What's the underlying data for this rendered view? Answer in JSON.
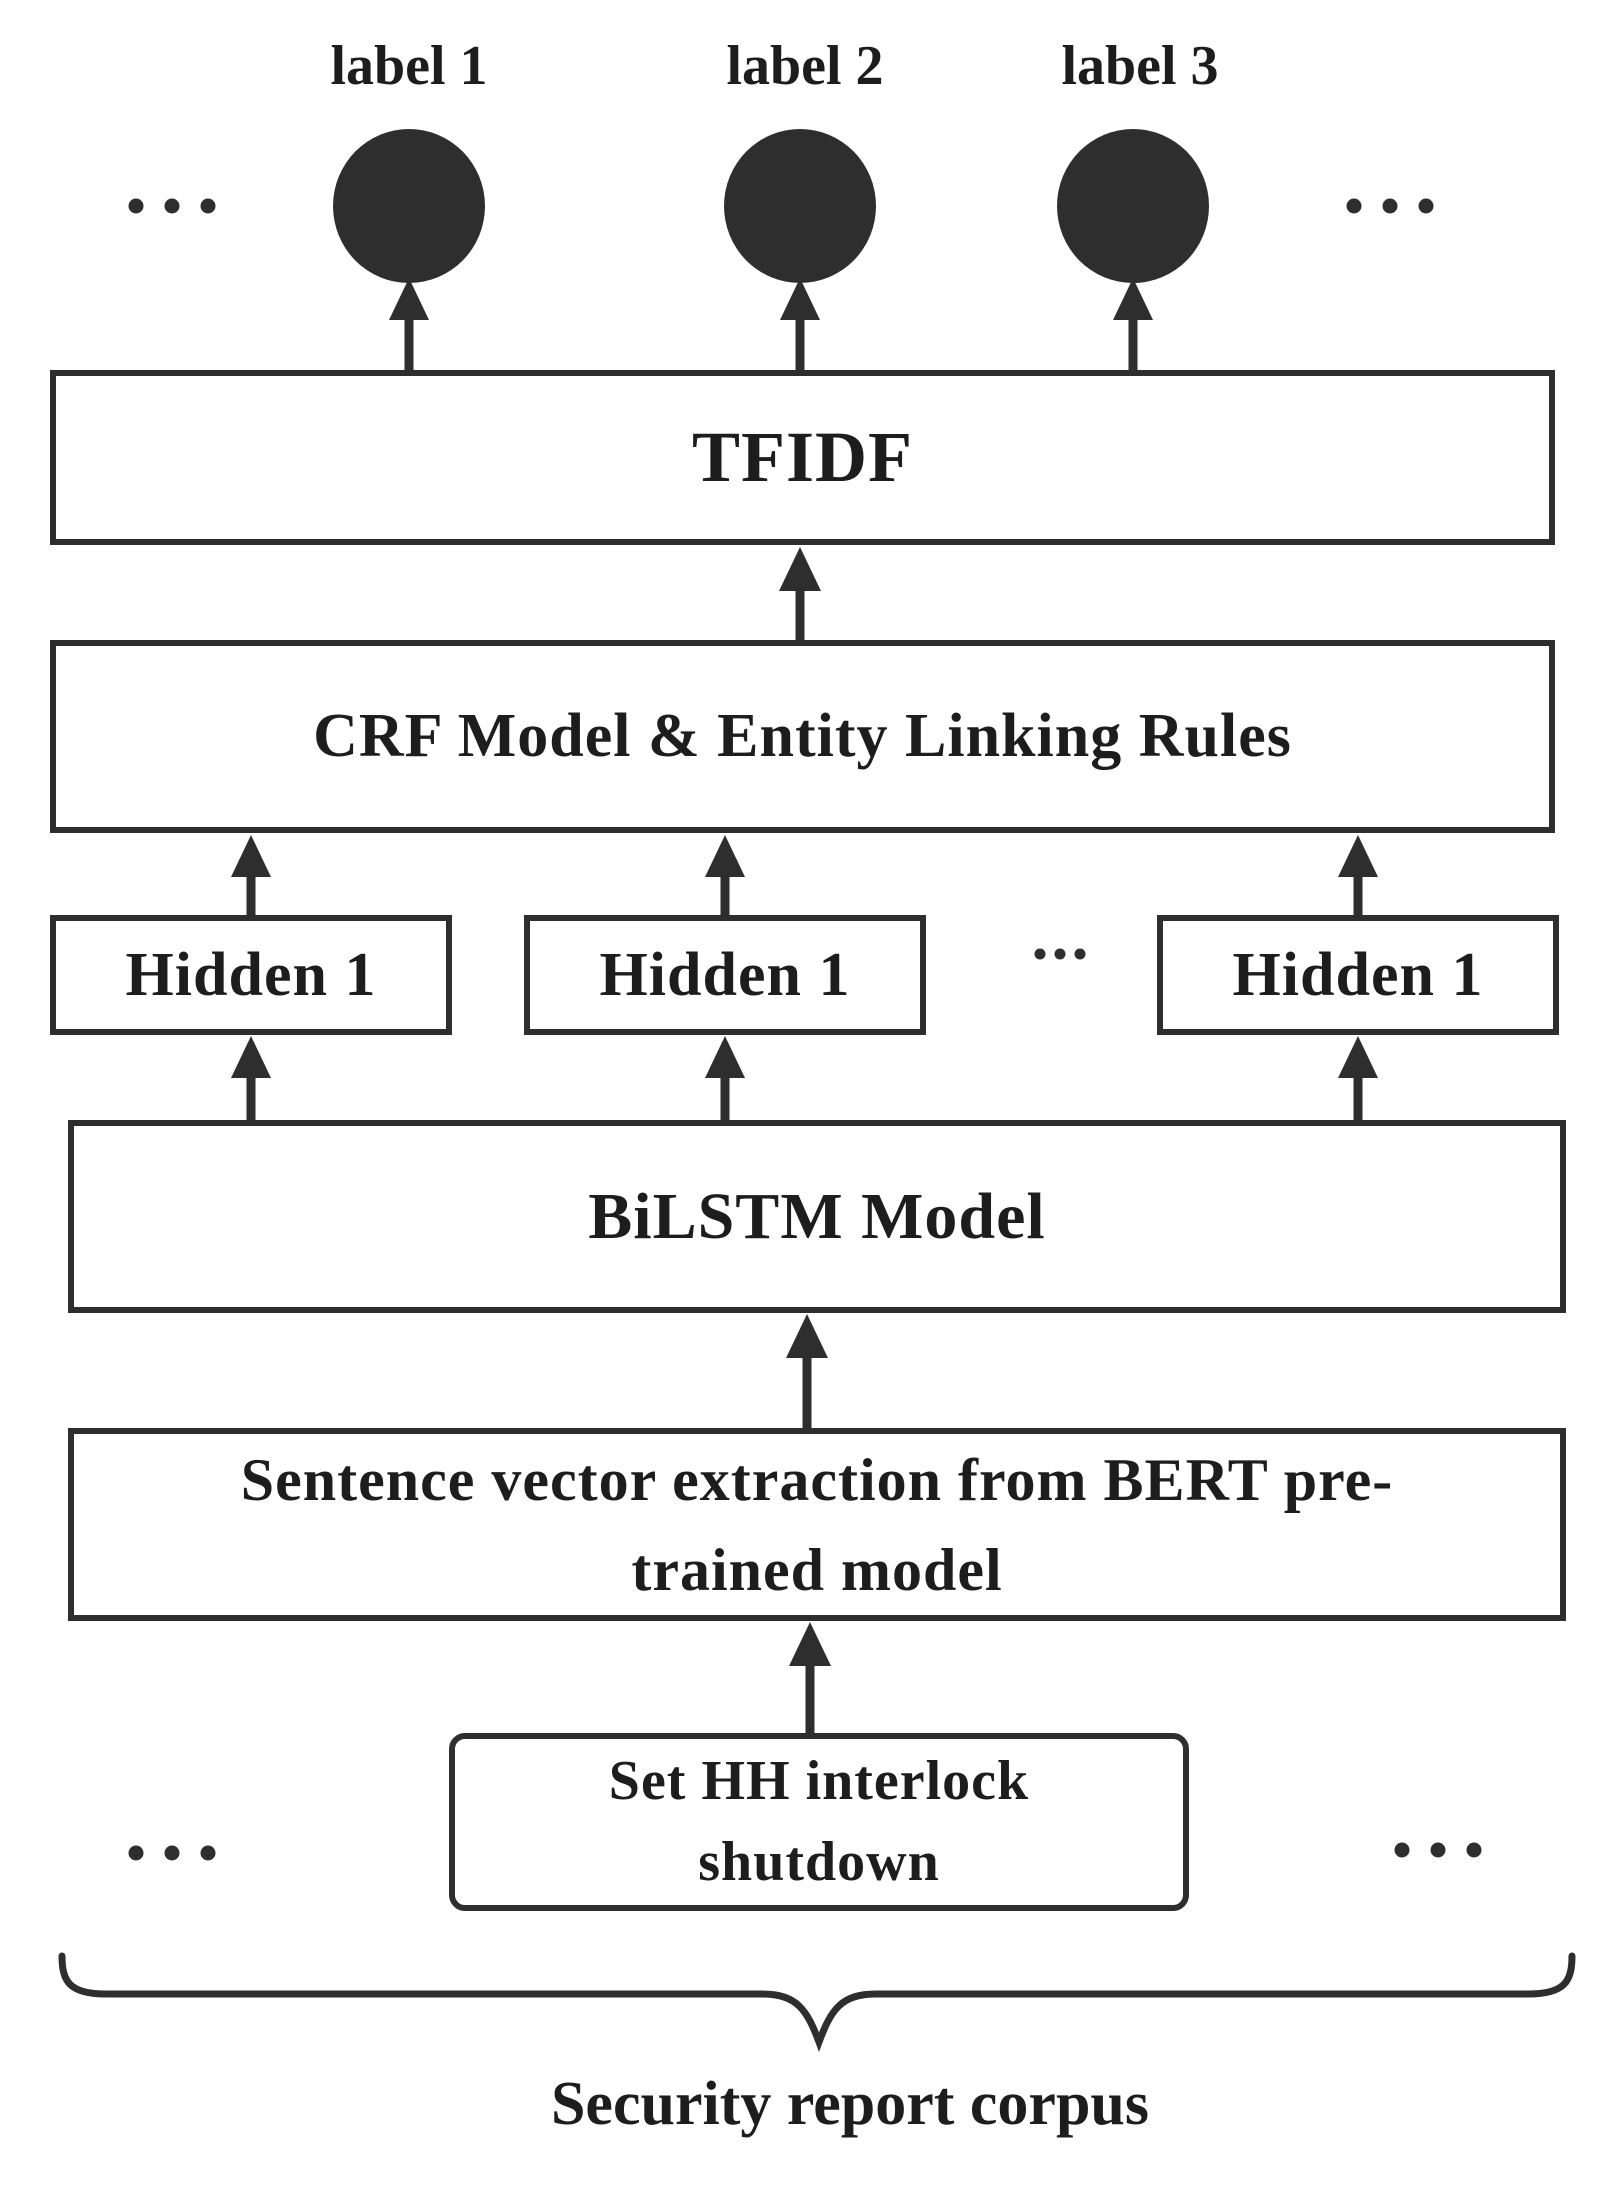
{
  "colors": {
    "ink": "#2e2e2e",
    "text": "#1d1d1d",
    "background": "#ffffff"
  },
  "output_labels": [
    "label 1",
    "label 2",
    "label 3"
  ],
  "ellipsis": {
    "side": "· · ·",
    "hidden_row": "..."
  },
  "boxes": {
    "tfidf": "TFIDF",
    "crf": "CRF Model & Entity Linking Rules",
    "hidden_labels": [
      "Hidden 1",
      "Hidden 1",
      "Hidden 1"
    ],
    "bilstm": "BiLSTM Model",
    "sentence_line1": "Sentence vector extraction from BERT pre-",
    "sentence_line2": "trained model",
    "input_line1": "Set HH interlock",
    "input_line2": "shutdown"
  },
  "caption": "Security report corpus"
}
